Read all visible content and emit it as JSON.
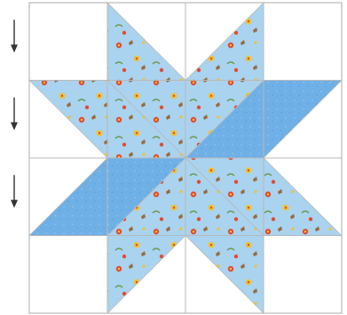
{
  "block": {
    "grid": {
      "rows": 4,
      "cols": 4
    },
    "pieces": [
      {
        "name": "star-point-top-left",
        "fabric": "floral",
        "points": [
          [
            1,
            0
          ],
          [
            2,
            1
          ],
          [
            2,
            2
          ],
          [
            1,
            1
          ]
        ]
      },
      {
        "name": "star-point-top-right",
        "fabric": "floral",
        "points": [
          [
            3,
            0
          ],
          [
            2,
            1
          ],
          [
            2,
            2
          ],
          [
            3,
            1
          ]
        ]
      },
      {
        "name": "star-point-right-upper",
        "fabric": "blue",
        "points": [
          [
            4,
            1
          ],
          [
            3,
            2
          ],
          [
            2,
            2
          ],
          [
            3,
            1
          ]
        ]
      },
      {
        "name": "star-point-right-lower",
        "fabric": "floral",
        "points": [
          [
            4,
            3
          ],
          [
            3,
            2
          ],
          [
            2,
            2
          ],
          [
            3,
            3
          ]
        ]
      },
      {
        "name": "star-point-bottom-right",
        "fabric": "floral",
        "points": [
          [
            3,
            4
          ],
          [
            2,
            3
          ],
          [
            2,
            2
          ],
          [
            3,
            3
          ]
        ]
      },
      {
        "name": "star-point-bottom-left",
        "fabric": "floral",
        "points": [
          [
            1,
            4
          ],
          [
            2,
            3
          ],
          [
            2,
            2
          ],
          [
            1,
            3
          ]
        ]
      },
      {
        "name": "star-point-left-lower",
        "fabric": "blue",
        "points": [
          [
            0,
            3
          ],
          [
            1,
            2
          ],
          [
            2,
            2
          ],
          [
            1,
            3
          ]
        ]
      },
      {
        "name": "star-point-left-upper",
        "fabric": "floral",
        "points": [
          [
            0,
            1
          ],
          [
            1,
            2
          ],
          [
            2,
            2
          ],
          [
            1,
            1
          ]
        ]
      }
    ],
    "arrows": [
      {
        "name": "pressing-arrow-row-1",
        "row": 1
      },
      {
        "name": "pressing-arrow-row-2",
        "row": 2
      },
      {
        "name": "pressing-arrow-row-3",
        "row": 3
      }
    ]
  },
  "colors": {
    "background": "#ffffff",
    "floral_fabric": "#a9d3ef",
    "blue_fabric": "#6fb0e6",
    "seam": "#b9b9b9",
    "arrow": "#333333",
    "motif_red": "#e24a33",
    "motif_yellow": "#f2c12e",
    "motif_brown": "#9a6a3a",
    "motif_green": "#6f9a4e"
  }
}
